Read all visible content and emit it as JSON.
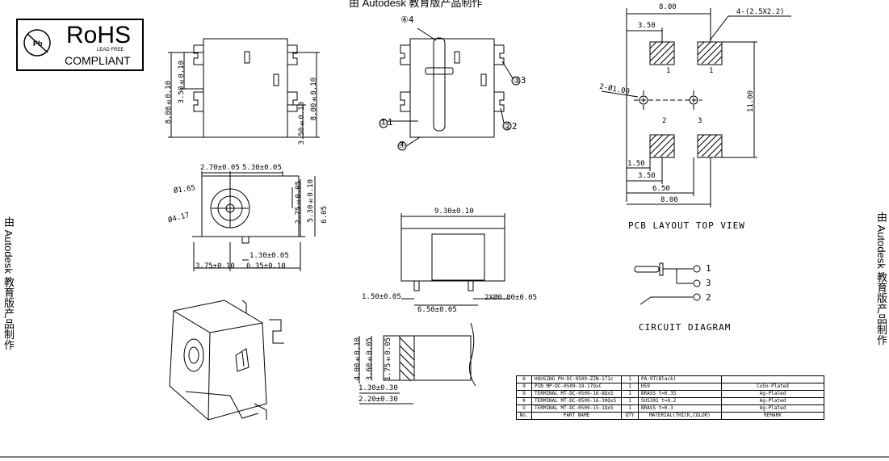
{
  "watermark": {
    "top": "由 Autodesk 教育版产品制作",
    "left": "由 Autodesk 教育版产品制作",
    "right": "由 Autodesk 教育版产品制作"
  },
  "rohs": {
    "title": "RoHS",
    "subtitle": "COMPLIANT",
    "small": "LEAD FREE",
    "logo_letter": "Pb"
  },
  "top_view": {
    "dims": [
      "8.00±0.10",
      "3.50±0.10",
      "8.00±0.10",
      "3.50±0.10"
    ]
  },
  "callouts": {
    "c4": "④4",
    "c3": "③3",
    "c2": "②2",
    "c1": "①1",
    "c4b": "④"
  },
  "pcb": {
    "dims": {
      "top_width": "8.00",
      "pad_label": "4-(2.5X2.2)",
      "top_left": "3.50",
      "hole": "2-Ø1.00",
      "height": "11.00",
      "b150": "1.50",
      "b350": "3.50",
      "b650": "6.50",
      "b800": "8.00"
    },
    "pad_numbers": [
      "1",
      "1",
      "2",
      "3"
    ],
    "caption": "PCB LAYOUT TOP VIEW"
  },
  "front_view": {
    "dims": {
      "d270": "2.70±0.05",
      "d530": "5.30±0.05",
      "phi165": "Ø1.65",
      "phi417": "Ø4.17",
      "d275": "2.75±0.05",
      "d530v": "5.30±0.10",
      "d605": "6.05",
      "d130": "1.30±0.05",
      "d375": "3.75±0.10",
      "d635": "6.35±0.10"
    }
  },
  "side_view": {
    "dims": {
      "top": "9.30±0.10",
      "left": "1.50±0.05",
      "bottom": "6.50±0.05",
      "holes": "2XØ0.80±0.05"
    }
  },
  "bottom_view": {
    "dims": {
      "d400": "4.00±0.10",
      "d360": "3.60±0.05",
      "d175": "1.75±0.05",
      "d130": "1.30±0.30",
      "d220": "2.20±0.30"
    }
  },
  "circuit": {
    "pins": [
      "1",
      "3",
      "2"
    ],
    "caption": "CIRCUIT DIAGRAM"
  },
  "bom": {
    "rows": [
      {
        "no": "④",
        "part": "HOUSING PH-DC-0509-ZZN-171c",
        "qty": "1",
        "material": "PA-9T(Black)",
        "remark": ""
      },
      {
        "no": "③",
        "part": "PIN MP-DC-0509-19-17QxC",
        "qty": "1",
        "material": "H59",
        "remark": "CuSn-Plated"
      },
      {
        "no": "②",
        "part": "TERMINAL MT-DC-0509-16-8QxS",
        "qty": "1",
        "material": "BRASS t=0.35",
        "remark": "Ag-Plated"
      },
      {
        "no": "⑥",
        "part": "TERMINAL MT-DC-0509-16-30QxS",
        "qty": "1",
        "material": "SUS301 t=0.2",
        "remark": "Ag-Plated"
      },
      {
        "no": "①",
        "part": "TERMINAL MT-DC-0509-15-1QxS",
        "qty": "1",
        "material": "BRASS t=0.3",
        "remark": "Ag-Plated"
      }
    ],
    "header": {
      "no": "No.",
      "part": "PART NAME",
      "qty": "QTY",
      "material": "MATERIAL(THICK,COLOR)",
      "remark": "REMARK"
    }
  }
}
